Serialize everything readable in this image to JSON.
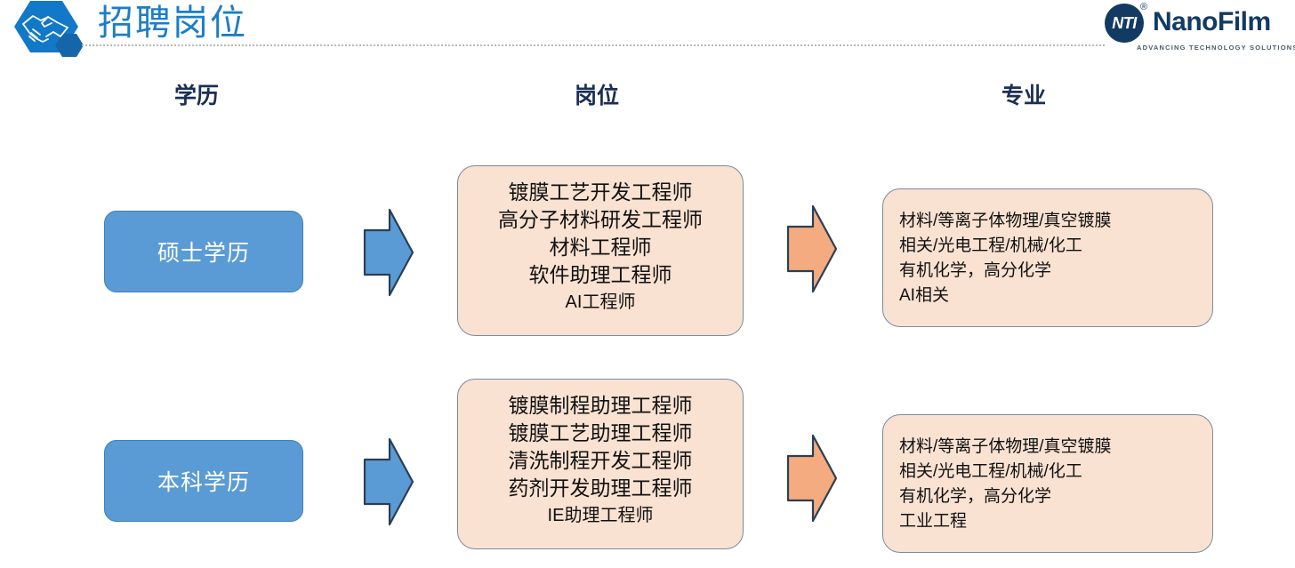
{
  "header": {
    "title": "招聘岗位",
    "logo_icon": "handshake-hexagon-icon",
    "brand": {
      "mark_text": "NTI",
      "registered_symbol": "®",
      "name": "NanoFilm",
      "tagline": "ADVANCING TECHNOLOGY SOLUTIONS"
    }
  },
  "columns": {
    "education": "学历",
    "position": "岗位",
    "major": "专业"
  },
  "rows": [
    {
      "degree": "硕士学历",
      "arrow_to_jobs": "right-arrow-blue",
      "jobs": [
        "镀膜工艺开发工程师",
        "高分子材料研发工程师",
        "材料工程师",
        "软件助理工程师",
        "AI工程师"
      ],
      "arrow_to_major": "right-arrow-orange",
      "majors": [
        "材料/等离子体物理/真空镀膜",
        "相关/光电工程/机械/化工",
        "有机化学，高分化学",
        "AI相关"
      ]
    },
    {
      "degree": "本科学历",
      "arrow_to_jobs": "right-arrow-blue",
      "jobs": [
        "镀膜制程助理工程师",
        "镀膜工艺助理工程师",
        "清洗制程开发工程师",
        "药剂开发助理工程师",
        "IE助理工程师"
      ],
      "arrow_to_major": "right-arrow-orange",
      "majors": [
        "材料/等离子体物理/真空镀膜",
        "相关/光电工程/机械/化工",
        "有机化学，高分化学",
        "工业工程"
      ]
    }
  ],
  "colors": {
    "title_blue": "#1a7ec8",
    "heading_navy": "#1b2f55",
    "degree_fill": "#5b9bd5",
    "panel_fill": "#fae2d2",
    "panel_border": "#7a8a9e",
    "arrow_blue": "#5b9bd5",
    "arrow_orange": "#f3ab7f",
    "brand_navy": "#123a63"
  }
}
